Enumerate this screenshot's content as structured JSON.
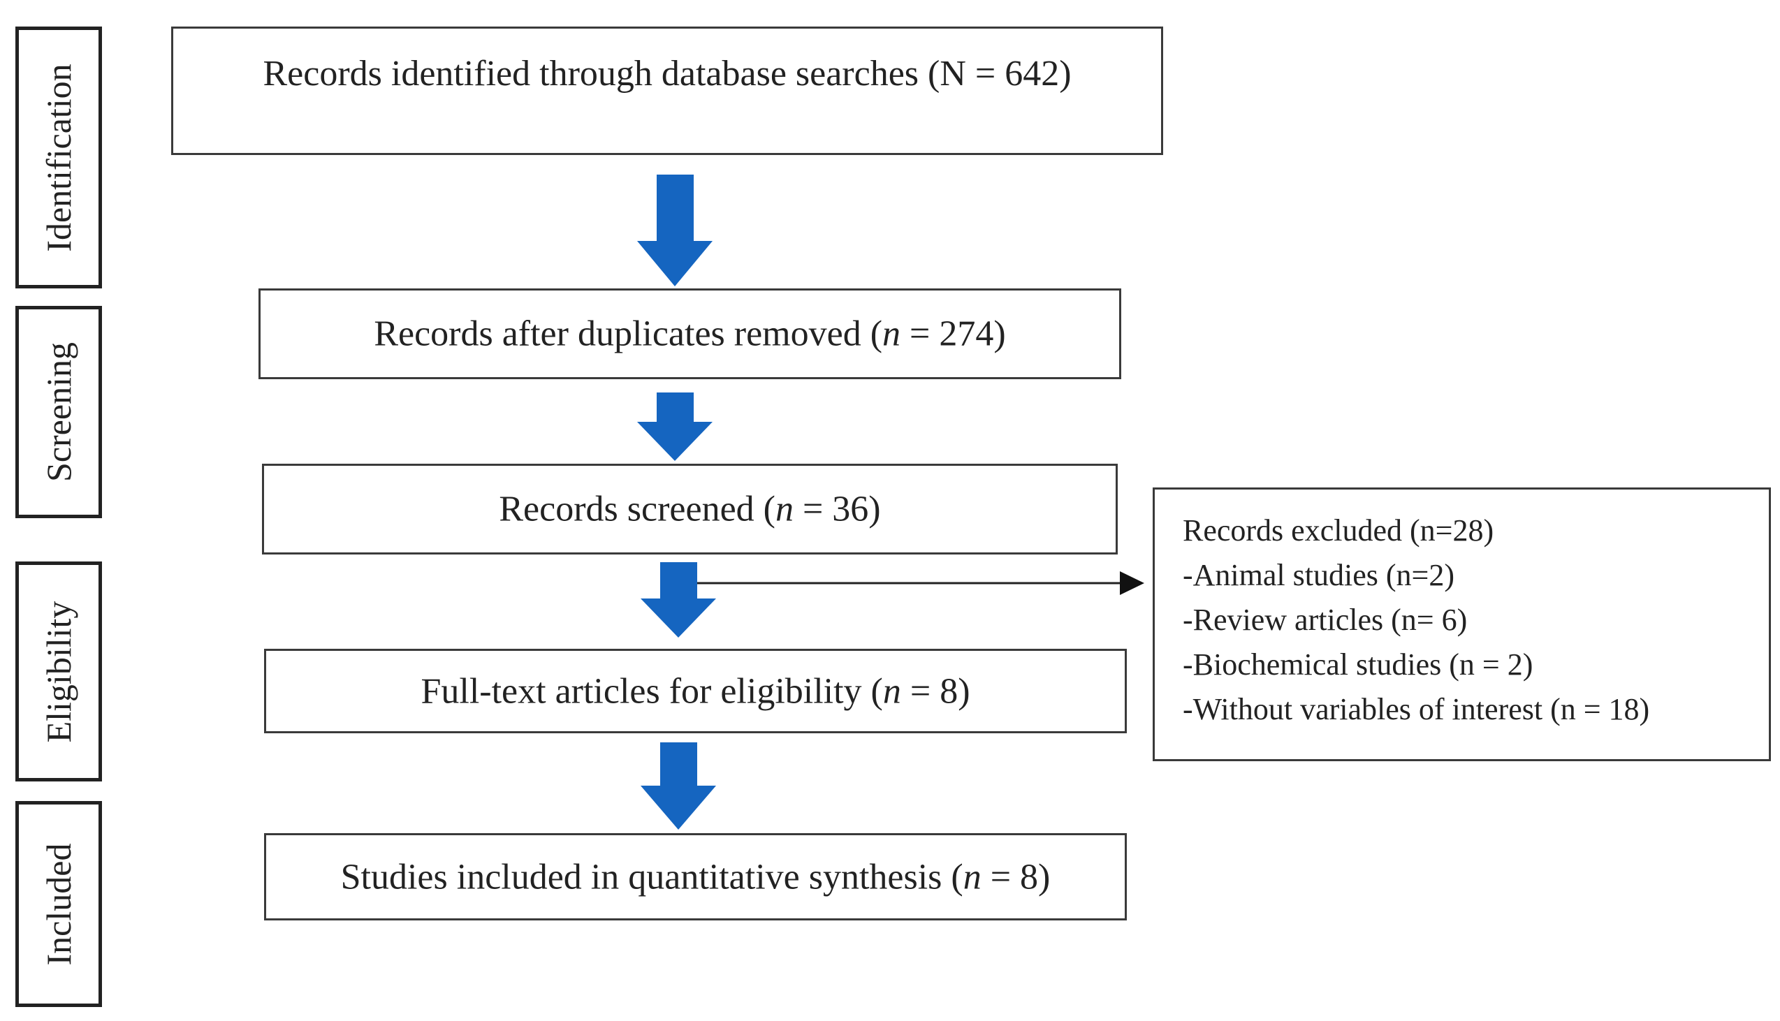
{
  "stages": {
    "identification": "Identification",
    "screening": "Screening",
    "eligibility": "Eligibility",
    "included": "Included"
  },
  "boxes": {
    "identified": {
      "prefix": "Records identified through database searches (N = 642)"
    },
    "duplicates": {
      "prefix": "Records after duplicates removed (",
      "n": "n",
      "suffix": " = 274)"
    },
    "screened": {
      "prefix": "Records screened (",
      "n": "n",
      "suffix": " = 36)"
    },
    "fulltext": {
      "prefix": "Full-text articles for eligibility (",
      "n": "n",
      "suffix": " = 8)"
    },
    "included": {
      "prefix": "Studies included in quantitative synthesis (",
      "n": "n",
      "suffix": " = 8)"
    }
  },
  "excluded": {
    "lines": [
      "Records excluded (n=28)",
      "-Animal studies (n=2)",
      "-Review articles (n= 6)",
      "-Biochemical studies (n = 2)",
      "-Without variables of interest (n = 18)"
    ]
  },
  "colors": {
    "arrow": "#1565c0",
    "border": "#3a3a3a",
    "text": "#222222"
  }
}
